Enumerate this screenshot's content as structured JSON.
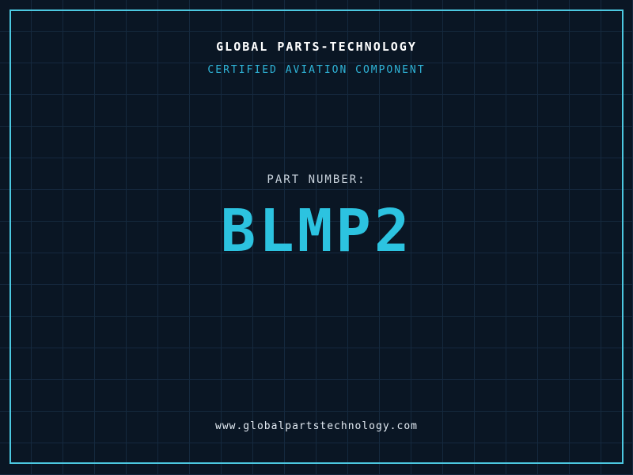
{
  "colors": {
    "background": "#0a1624",
    "grid": "#15293e",
    "border": "#4cc8e0",
    "title": "#ffffff",
    "subtitle": "#2fb4d8",
    "part_label": "#c7d1db",
    "part_number": "#2cc3e0",
    "url": "#e2eaf2"
  },
  "header": {
    "title": "GLOBAL PARTS-TECHNOLOGY",
    "subtitle": "CERTIFIED AVIATION COMPONENT"
  },
  "part": {
    "label": "PART NUMBER:",
    "number": "BLMP2"
  },
  "footer": {
    "url": "www.globalpartstechnology.com"
  }
}
